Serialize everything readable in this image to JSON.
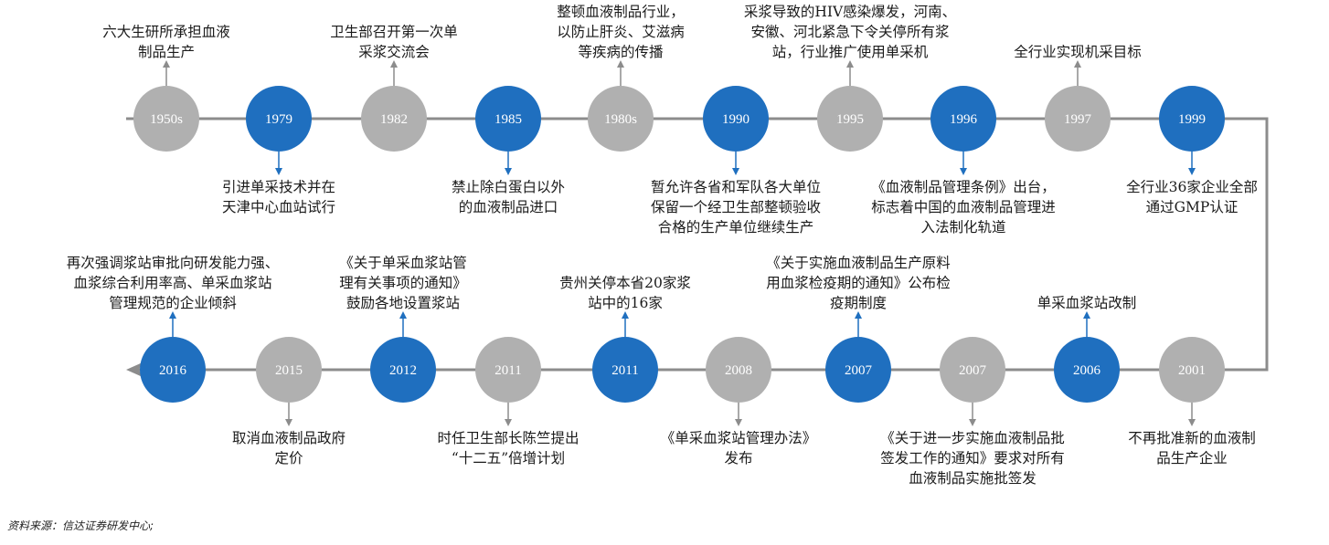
{
  "source": "资料来源：信达证券研发中心;",
  "colors": {
    "gray": "#b0b0b0",
    "blue": "#1f6fbf",
    "line": "#8c8c8c"
  },
  "top_row": [
    {
      "year": "1950s",
      "color": "gray",
      "dir": "up",
      "text": "六大生研所承担血液\n制品生产"
    },
    {
      "year": "1979",
      "color": "blue",
      "dir": "down",
      "text": "引进单采技术并在\n天津中心血站试行"
    },
    {
      "year": "1982",
      "color": "gray",
      "dir": "up",
      "text": "卫生部召开第一次单\n采浆交流会"
    },
    {
      "year": "1985",
      "color": "blue",
      "dir": "down",
      "text": "禁止除白蛋白以外\n的血液制品进口"
    },
    {
      "year": "1980s",
      "color": "gray",
      "dir": "up",
      "text": "整顿血液制品行业，\n以防止肝炎、艾滋病\n等疾病的传播"
    },
    {
      "year": "1990",
      "color": "blue",
      "dir": "down",
      "text": "暂允许各省和军队各大单位\n保留一个经卫生部整顿验收\n合格的生产单位继续生产"
    },
    {
      "year": "1995",
      "color": "gray",
      "dir": "up",
      "text": "采浆导致的HIV感染爆发，河南、\n安徽、河北紧急下令关停所有浆\n站，行业推广使用单采机"
    },
    {
      "year": "1996",
      "color": "blue",
      "dir": "down",
      "text": "《血液制品管理条例》出台，\n标志着中国的血液制品管理进\n入法制化轨道"
    },
    {
      "year": "1997",
      "color": "gray",
      "dir": "up",
      "text": "全行业实现机采目标"
    },
    {
      "year": "1999",
      "color": "blue",
      "dir": "down",
      "text": "全行业36家企业全部\n通过GMP认证"
    }
  ],
  "bottom_row": [
    {
      "year": "2016",
      "color": "blue",
      "dir": "up",
      "text": "再次强调浆站审批向研发能力强、\n血浆综合利用率高、单采血浆站\n管理规范的企业倾斜"
    },
    {
      "year": "2015",
      "color": "gray",
      "dir": "down",
      "text": "取消血液制品政府\n定价"
    },
    {
      "year": "2012",
      "color": "blue",
      "dir": "up",
      "text": "《关于单采血浆站管\n理有关事项的通知》\n鼓励各地设置浆站"
    },
    {
      "year": "2011",
      "color": "gray",
      "dir": "down",
      "text": "时任卫生部长陈竺提出\n“十二五”倍增计划"
    },
    {
      "year": "2011",
      "color": "blue",
      "dir": "up",
      "text": "贵州关停本省20家浆\n站中的16家"
    },
    {
      "year": "2008",
      "color": "gray",
      "dir": "down",
      "text": "《单采血浆站管理办法》\n发布"
    },
    {
      "year": "2007",
      "color": "blue",
      "dir": "up",
      "text": "《关于实施血液制品生产原料\n用血浆检疫期的通知》公布检\n疫期制度"
    },
    {
      "year": "2007",
      "color": "gray",
      "dir": "down",
      "text": "《关于进一步实施血液制品批\n签发工作的通知》要求对所有\n血液制品实施批签发"
    },
    {
      "year": "2006",
      "color": "blue",
      "dir": "up",
      "text": "单采血浆站改制"
    },
    {
      "year": "2001",
      "color": "gray",
      "dir": "down",
      "text": "不再批准新的血液制\n品生产企业"
    }
  ]
}
